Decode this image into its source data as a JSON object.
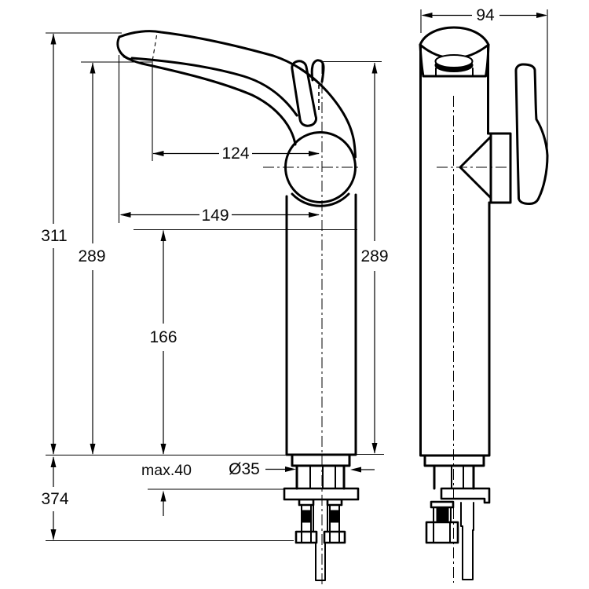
{
  "page": {
    "background": "#ffffff",
    "ink": "#000000"
  },
  "dims": {
    "height_total": "311",
    "height_spout": "289",
    "height_body": "289",
    "height_outlet": "166",
    "height_overall_fittings": "374",
    "deck_thickness": "max.40",
    "hole_diameter": "Ø35",
    "reach_outlet": "124",
    "reach_tip": "149",
    "depth_side": "94"
  }
}
